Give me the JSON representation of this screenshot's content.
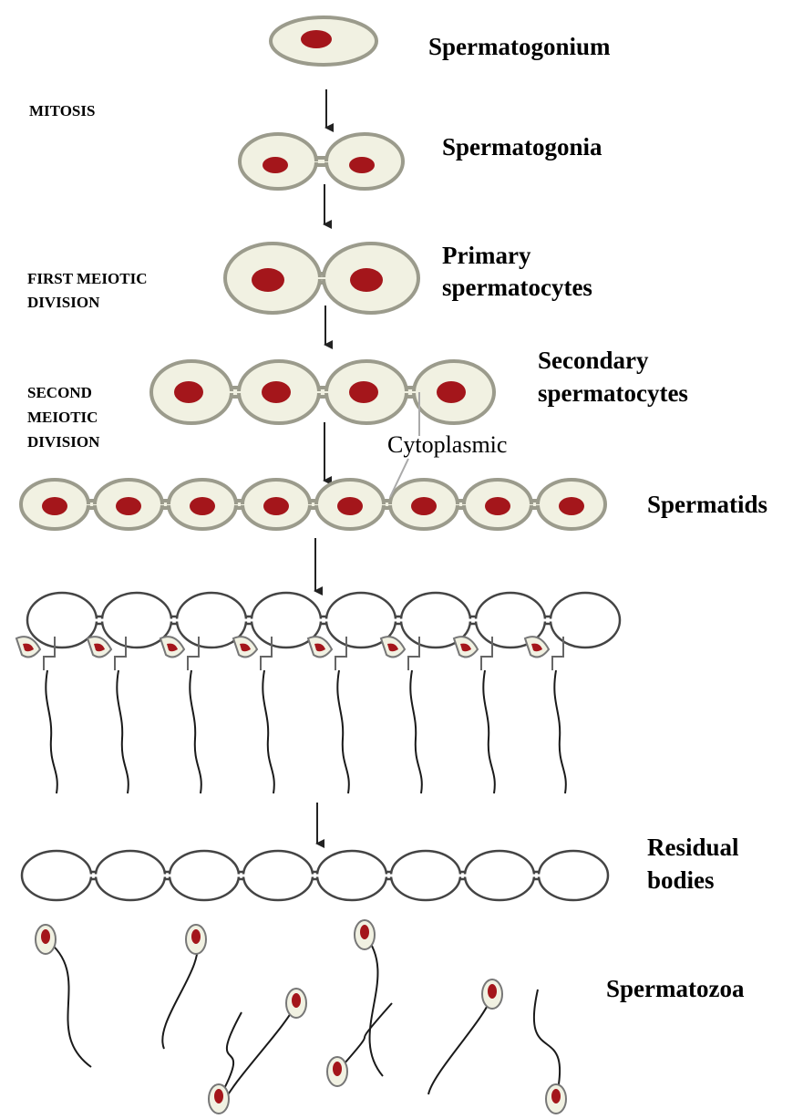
{
  "colors": {
    "cell_fill": "#f1f1e2",
    "cell_outline": "#9b9b8c",
    "nucleus": "#a4161b",
    "arrow": "#222222",
    "tail": "#1a1a1a",
    "label": "#000000"
  },
  "stage_labels": {
    "spermatogonium": "Spermatogonium",
    "spermatogonia": "Spermatogonia",
    "primary_1": "Primary",
    "primary_2": "spermatocytes",
    "secondary_1": "Secondary",
    "secondary_2": "spermatocytes",
    "spermatids": "Spermatids",
    "residual_1": "Residual",
    "residual_2": "bodies",
    "spermatozoa": "Spermatozoa"
  },
  "process_labels": {
    "mitosis": "MITOSIS",
    "first_1": "FIRST MEIOTIC",
    "first_2": "DIVISION",
    "second_1": "SECOND",
    "second_2": "MEIOTIC",
    "second_3": "DIVISION"
  },
  "callout": {
    "cytoplasmic": "Cytoplasmic"
  },
  "cell_counts": {
    "spermatogonium": 1,
    "spermatogonia": 2,
    "primary_spermatocytes": 2,
    "secondary_spermatocytes": 4,
    "spermatids": 8,
    "residual_bodies": 8,
    "spermatozoa": 8
  }
}
